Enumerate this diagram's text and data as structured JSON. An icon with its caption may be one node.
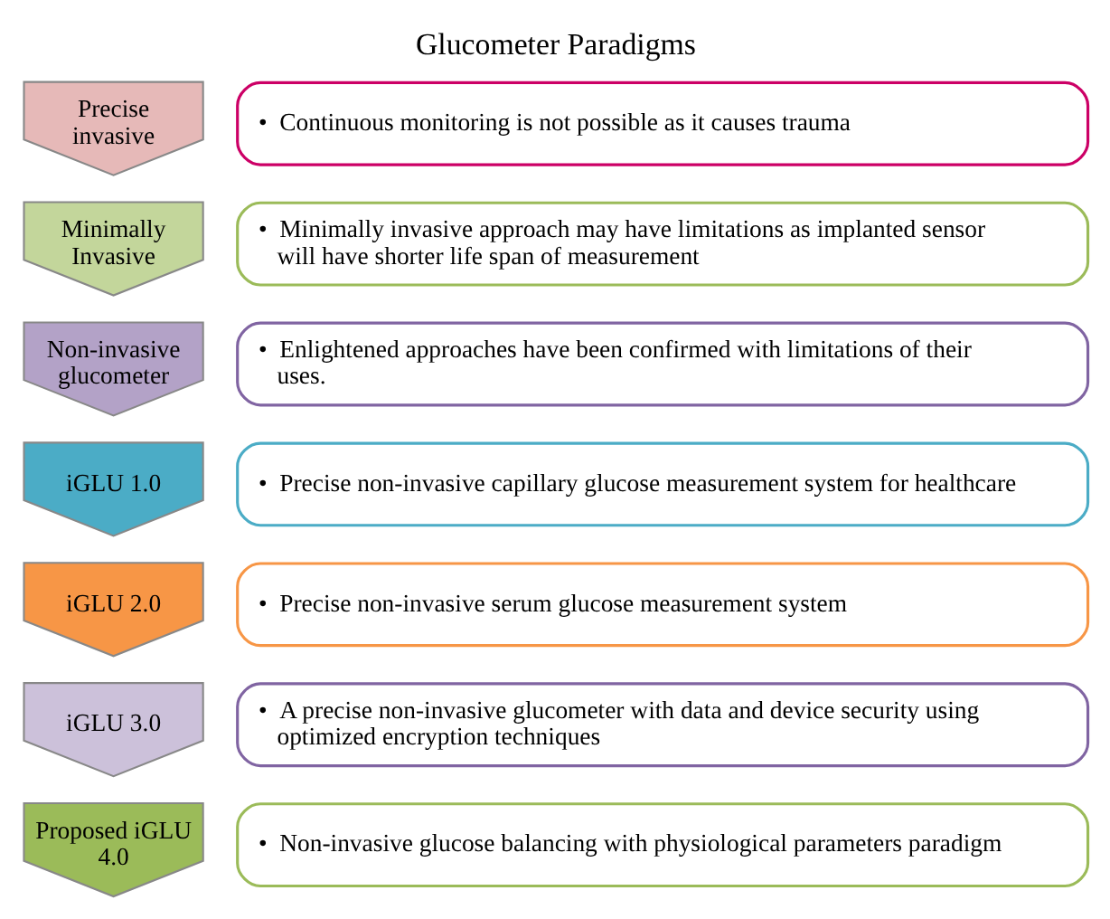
{
  "diagram": {
    "title": "Glucometer Paradigms",
    "nodes": [
      {
        "text": [
          "Precise invasive"
        ]
      },
      {
        "text": [
          "•",
          "Continuous monitoring is not possible as it causes trauma"
        ]
      },
      {
        "text": [
          "Minimally Invasive"
        ]
      },
      {
        "text": [
          "•",
          "Minimally invasive approach may have limitations as implanted sensor will have shorter life span of measurement"
        ]
      },
      {
        "text": [
          "Non-invasive glucometer"
        ]
      },
      {
        "text": [
          "•",
          "Enlightened approaches have been confirmed with limitations of their uses."
        ]
      },
      {
        "text": [
          "iGLU 1.0"
        ]
      },
      {
        "text": [
          "•",
          "Precise non-invasive capillary glucose measurement system for healthcare"
        ]
      },
      {
        "text": [
          "iGLU 2.0"
        ]
      },
      {
        "text": [
          "•",
          "Precise non-invasive serum glucose measurement system"
        ]
      },
      {
        "text": [
          "iGLU 3.0"
        ]
      },
      {
        "text": [
          "•",
          "A precise non-invasive glucometer with data and device security using optimized encryption techniques"
        ]
      },
      {
        "text": [
          "Proposed iGLU 4.0"
        ]
      },
      {
        "text": [
          "•",
          "Non-invasive glucose balancing with physiological parameters paradigm"
        ]
      }
    ]
  }
}
